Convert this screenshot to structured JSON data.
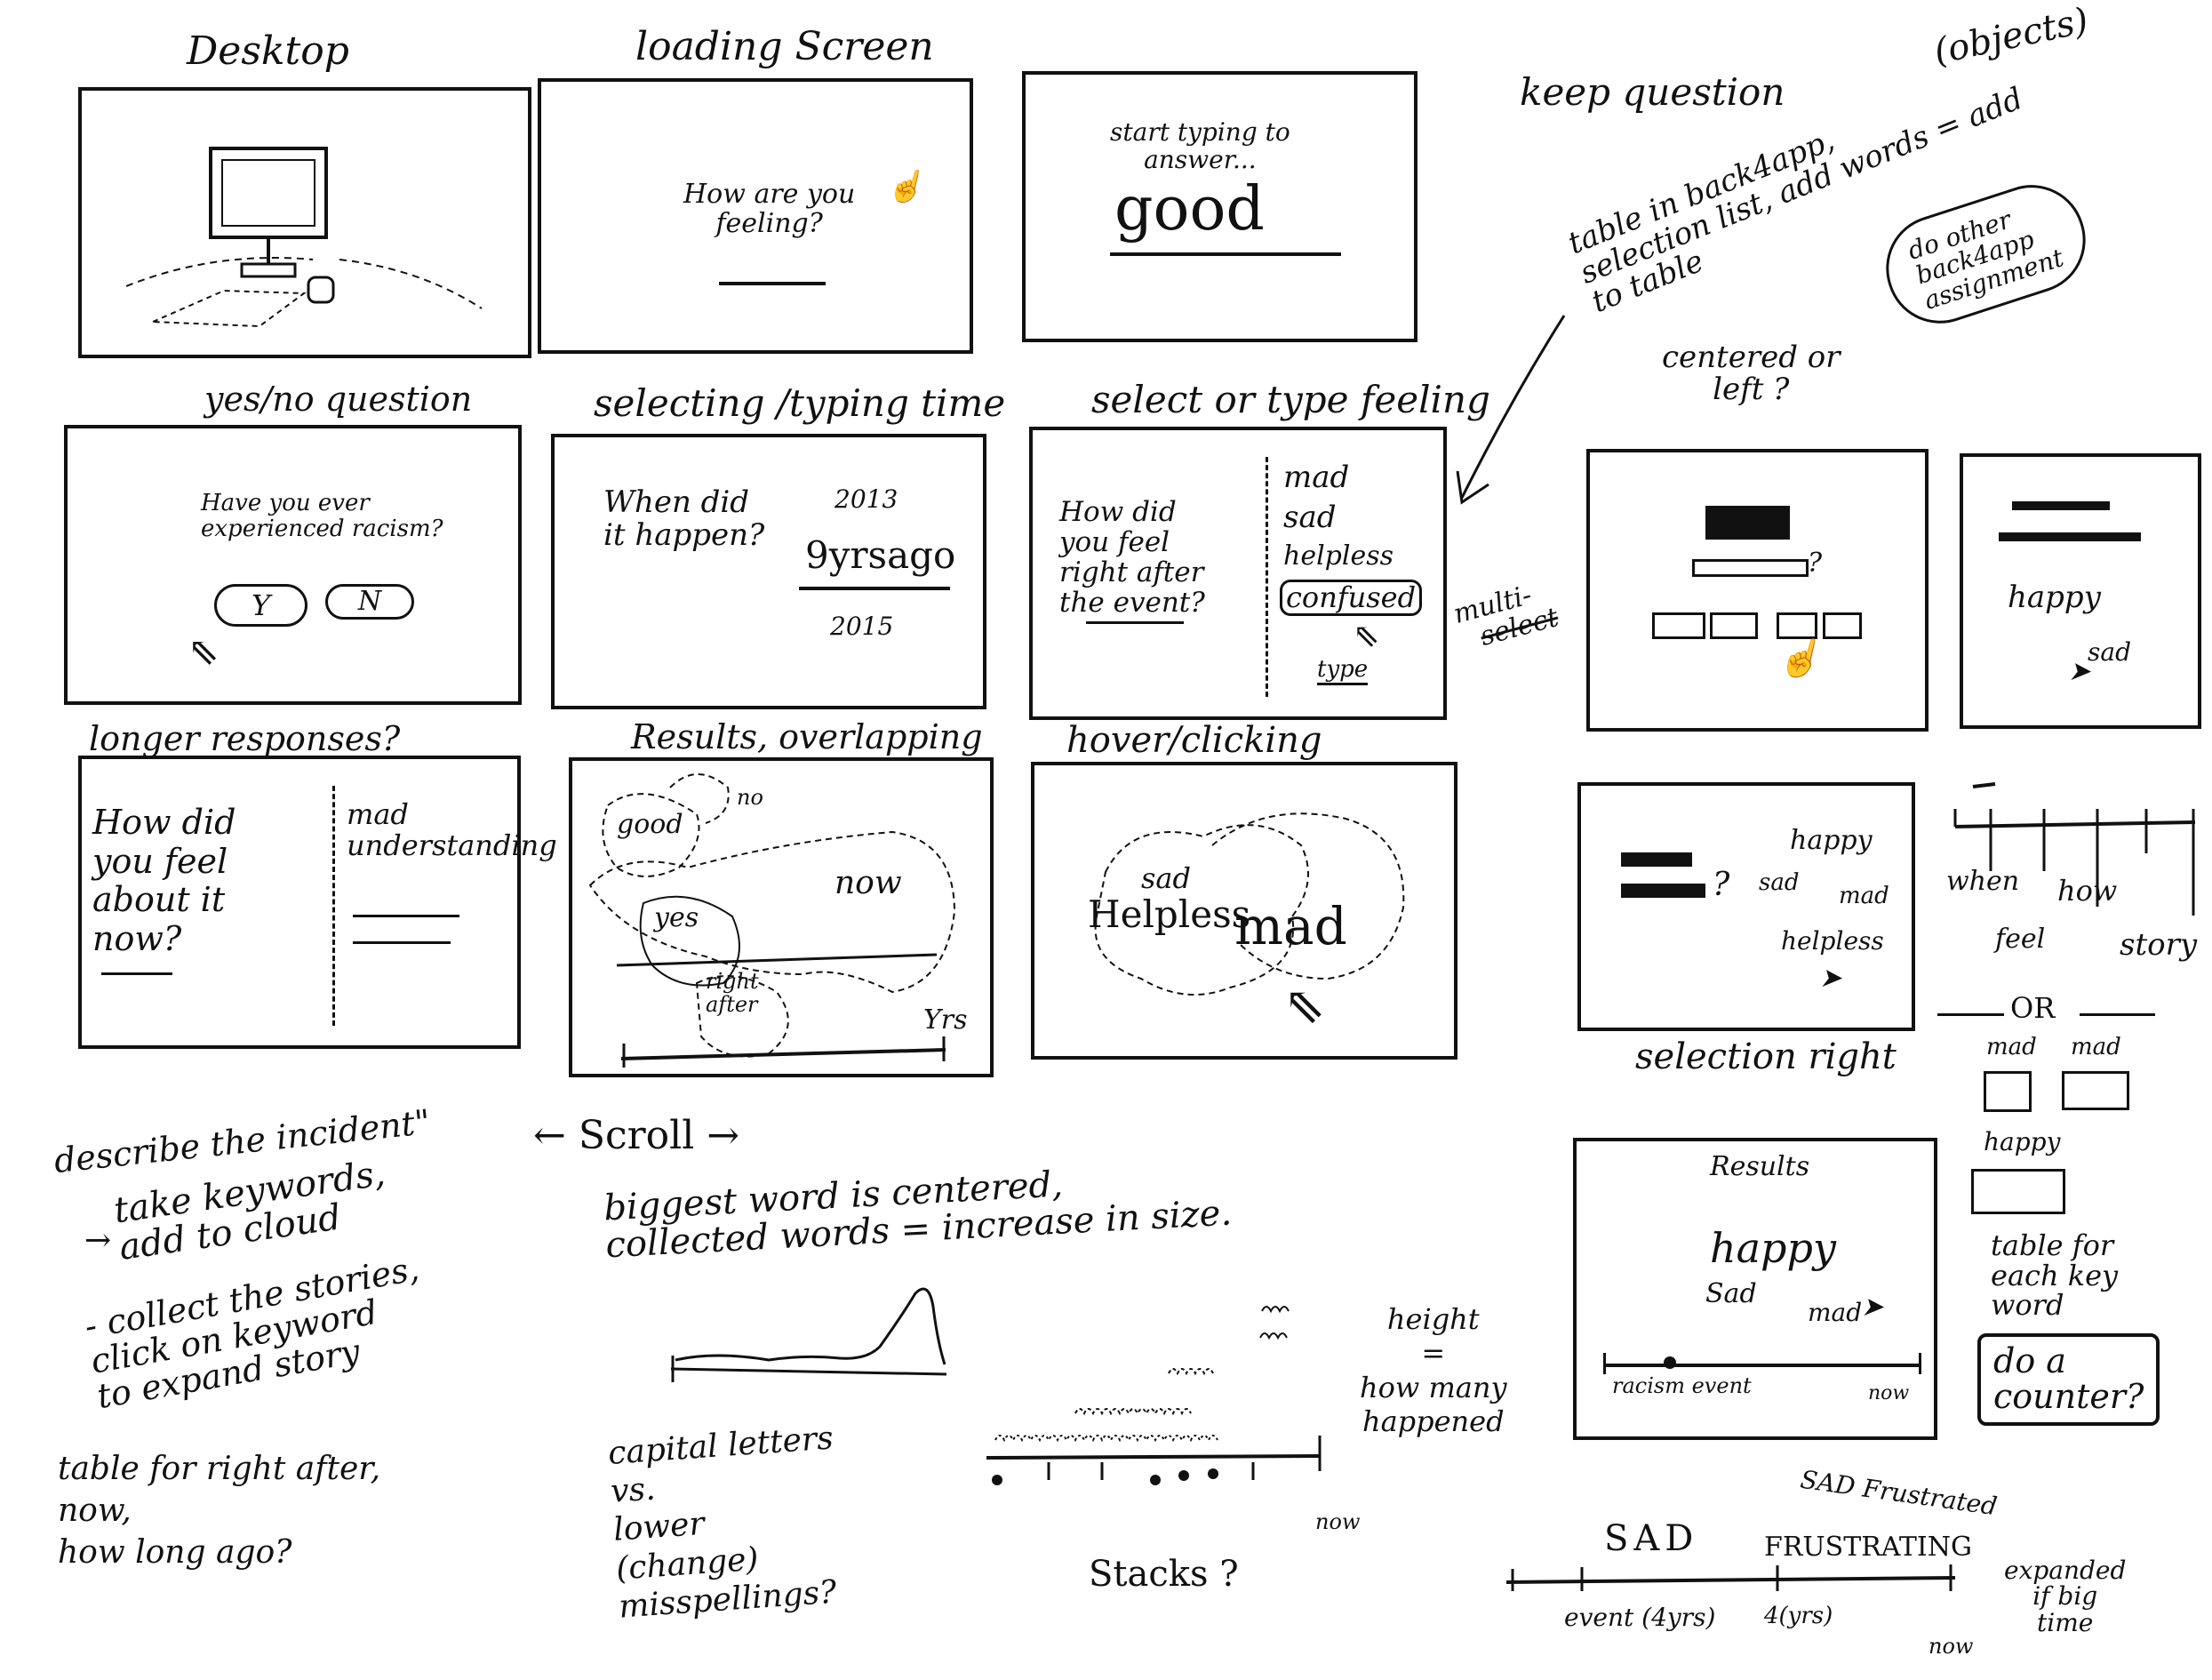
{
  "titles": {
    "desktop": "Desktop",
    "loading": "loading Screen",
    "yesno": "yes/no question",
    "selecting": "selecting /typing time",
    "select_type": "select or type feeling",
    "longer": "longer responses?",
    "results_overlap": "Results, overlapping",
    "hover": "hover/clicking",
    "centered": "centered or\nleft ?",
    "selection_right": "selection right",
    "keep_question": "keep question",
    "objects": "(objects)",
    "table_note": "table in back4app,\nselection list, add words = add\nto table",
    "do_other": "do other\nback4app\nassignment",
    "multi": "multi-",
    "multi_struck": "select"
  },
  "loading": {
    "question": "How are you\nfeeling?"
  },
  "start": {
    "prompt": "start typing to\nanswer...",
    "answer": "good"
  },
  "yesno": {
    "question": "Have you ever\nexperienced racism?",
    "yes": "Y",
    "no": "N"
  },
  "time": {
    "question": "When did\nit happen?",
    "top": "2013",
    "mid": "9yrsago",
    "bottom": "2015"
  },
  "feel": {
    "question": "How did\nyou feel\nright after\nthe event?",
    "options": [
      "mad",
      "sad",
      "helpless",
      "confused"
    ],
    "type": "type"
  },
  "longer": {
    "question": "How did\nyou feel\nabout it\nnow?",
    "words": "mad\nunderstanding"
  },
  "overlap": {
    "good": "good",
    "no": "no",
    "yes": "yes",
    "now": "now",
    "right_after": "right\nafter",
    "yrs": "Yrs"
  },
  "hover": {
    "sad": "sad",
    "helpless": "Helpless",
    "mad": "mad"
  },
  "right_c": {
    "happy": "happy",
    "sad": "sad"
  },
  "sel_right": {
    "words": [
      "happy",
      "sad",
      "mad",
      "helpless"
    ]
  },
  "timeline_labels": {
    "when": "when",
    "how": "how",
    "feel": "feel",
    "story": "story",
    "or": "OR",
    "mad1": "mad",
    "mad2": "mad",
    "happy": "happy"
  },
  "results": {
    "title": "Results",
    "happy": "happy",
    "sad": "Sad",
    "mad": "mad",
    "left": "racism event",
    "right": "now"
  },
  "notes": {
    "table_each": "table for\neach key\nword",
    "counter": "do a\ncounter?",
    "describe": "describe the incident\"",
    "take_keywords": "take keywords,\nadd to cloud",
    "collect": "- collect the stories,\nclick on keyword\nto expand story",
    "table_right_after": "table for right after,\nnow,\nhow long ago?",
    "scroll": "← Scroll →",
    "biggest": "biggest word is centered,\ncollected words = increase in size.",
    "capital": "capital letters\nvs.\nlower\n(change)\nmisspellings?",
    "stacks": "Stacks ?",
    "height": "height\n=\nhow many\nhappened",
    "now_axis": "now",
    "sad_frustrated_small": "SAD Frustrated",
    "sad_big": "SAD",
    "frustrating_big": "FRUSTRATING",
    "event_label": "event (4yrs)",
    "four_yrs": "4(yrs)",
    "now_label": "now",
    "expanded": "expanded\nif big\ntime"
  }
}
